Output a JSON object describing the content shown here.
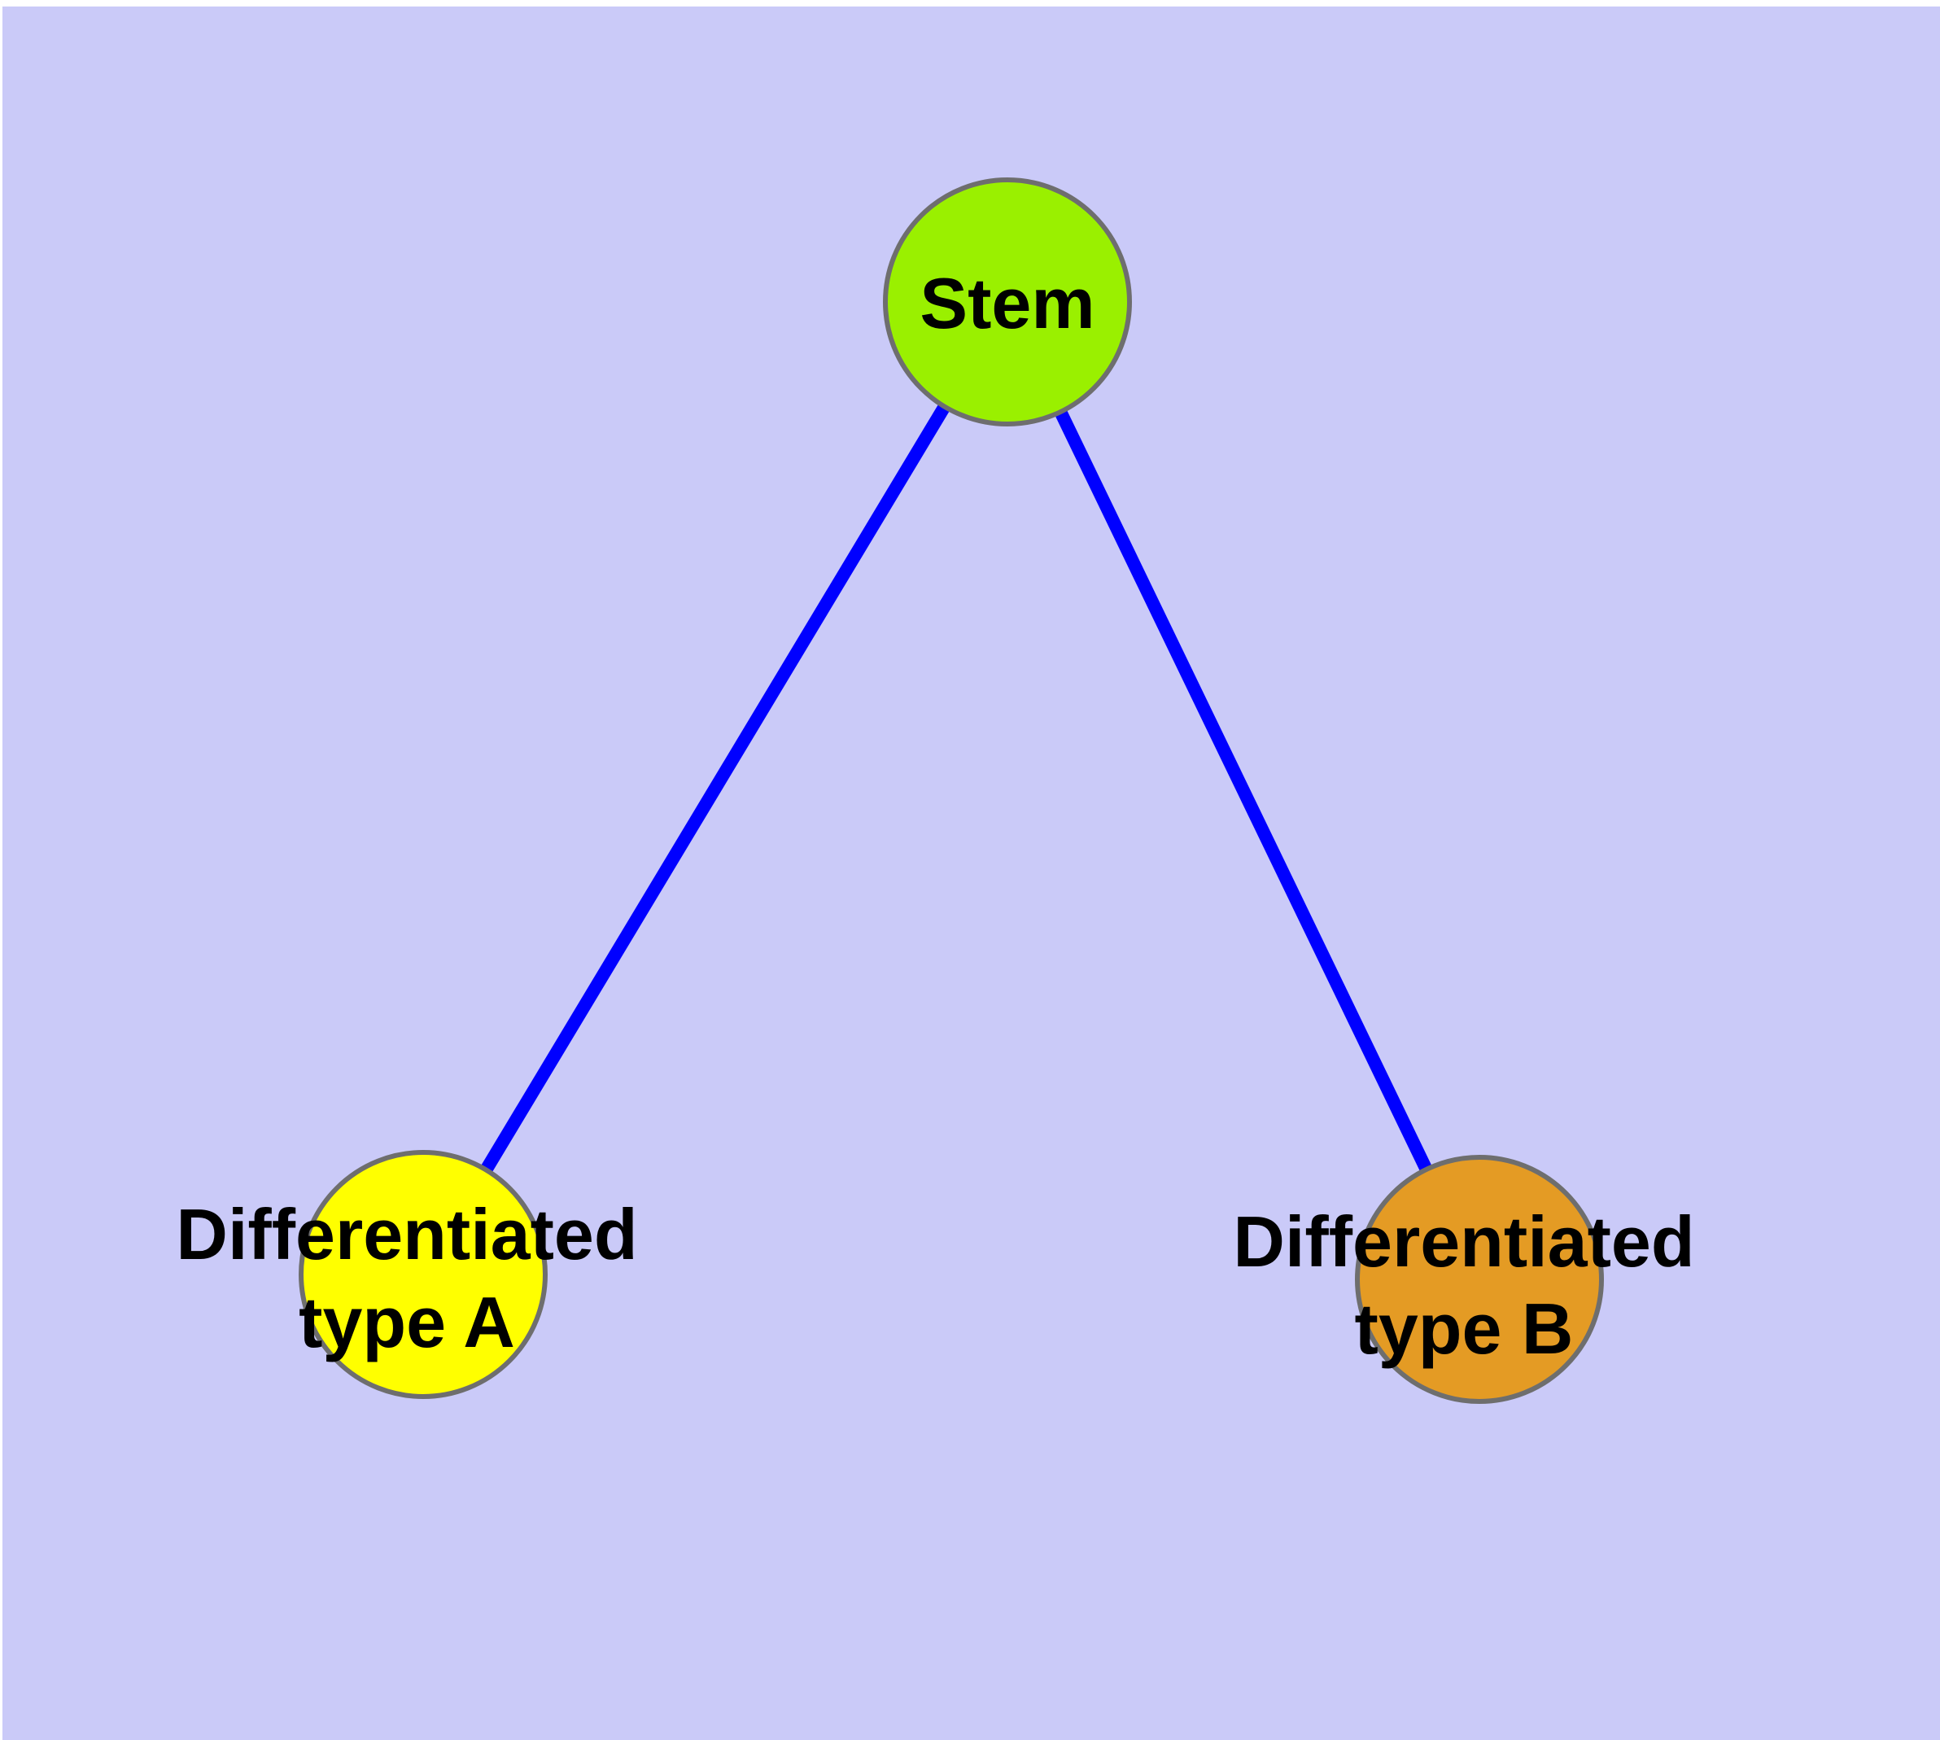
{
  "colors": {
    "page_frame": "#ffffff",
    "background": "#cacaf8",
    "edge": "#0000ff",
    "node_border": "#6e6e6e",
    "label_text": "#000000"
  },
  "diagram": {
    "type": "node-link-tree",
    "nodes": {
      "stem": {
        "label": "Stem",
        "fill": "#9af000"
      },
      "type_a": {
        "label": "Differentiated type A",
        "label_line1": "Differentiated",
        "label_line2": "type A",
        "fill": "#ffff00"
      },
      "type_b": {
        "label": "Differentiated type B",
        "label_line1": "Differentiated",
        "label_line2": "type B",
        "fill": "#e49b24"
      }
    },
    "edges": [
      {
        "from": "Stem",
        "to": "Differentiated type A"
      },
      {
        "from": "Stem",
        "to": "Differentiated type B"
      }
    ]
  }
}
